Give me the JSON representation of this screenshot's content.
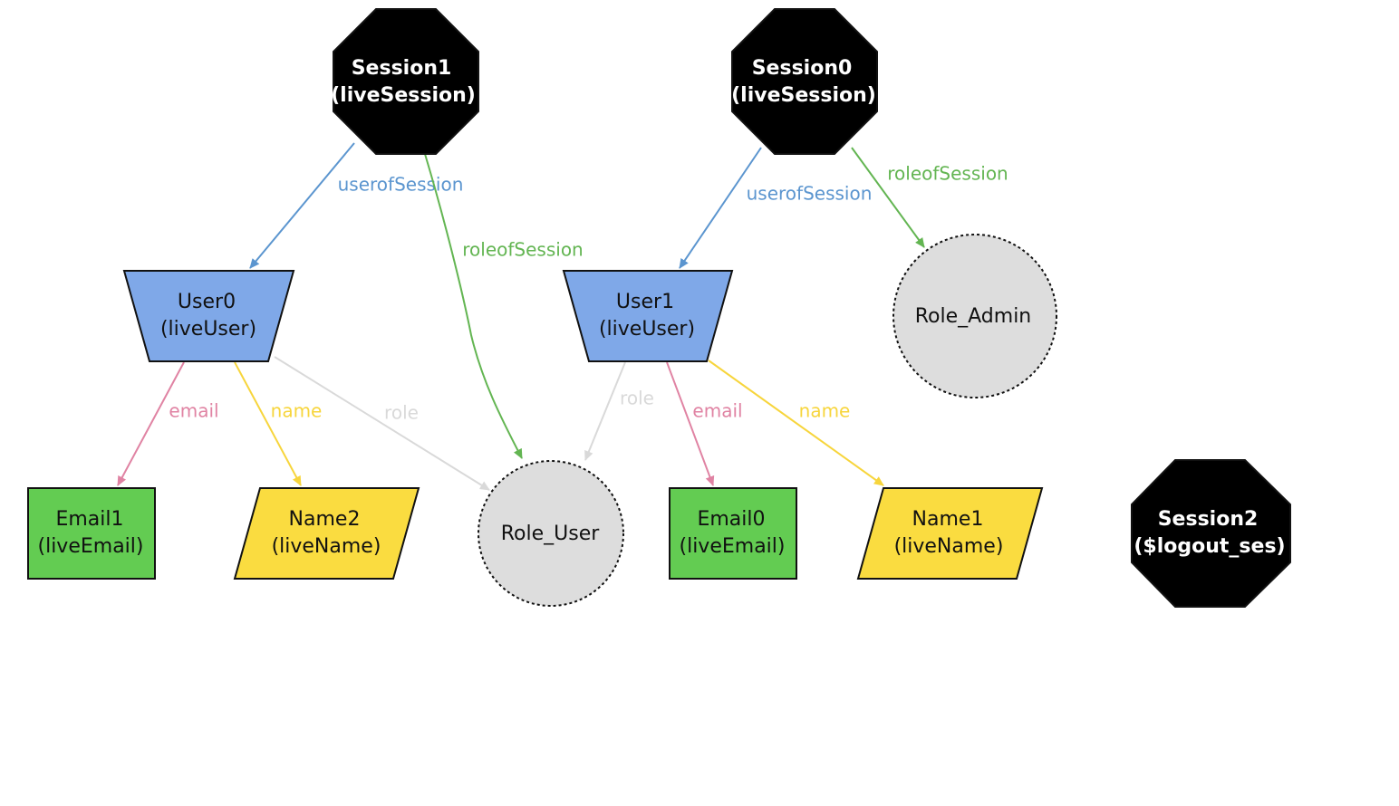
{
  "colors": {
    "session": "#000000",
    "user": "#7fa8e8",
    "email": "#63cc52",
    "name": "#fadc40",
    "role": "#dddddd",
    "edge_userofSession": "#5b95cf",
    "edge_roleofSession": "#63b552",
    "edge_email": "#e083a3",
    "edge_name": "#f7d53c",
    "edge_role": "#d9d9d9"
  },
  "nodes": {
    "session1": {
      "line1": "Session1",
      "line2": "(liveSession)"
    },
    "session0": {
      "line1": "Session0",
      "line2": "(liveSession)"
    },
    "session2": {
      "line1": "Session2",
      "line2": "($logout_ses)"
    },
    "user0": {
      "line1": "User0",
      "line2": "(liveUser)"
    },
    "user1": {
      "line1": "User1",
      "line2": "(liveUser)"
    },
    "email1": {
      "line1": "Email1",
      "line2": "(liveEmail)"
    },
    "email0": {
      "line1": "Email0",
      "line2": "(liveEmail)"
    },
    "name2": {
      "line1": "Name2",
      "line2": "(liveName)"
    },
    "name1": {
      "line1": "Name1",
      "line2": "(liveName)"
    },
    "role_user": {
      "line1": "Role_User"
    },
    "role_admin": {
      "line1": "Role_Admin"
    }
  },
  "edges": {
    "s1_user": "userofSession",
    "s1_role": "roleofSession",
    "s0_user": "userofSession",
    "s0_role": "roleofSession",
    "u0_email": "email",
    "u0_name": "name",
    "u0_role": "role",
    "u1_role": "role",
    "u1_email": "email",
    "u1_name": "name"
  }
}
